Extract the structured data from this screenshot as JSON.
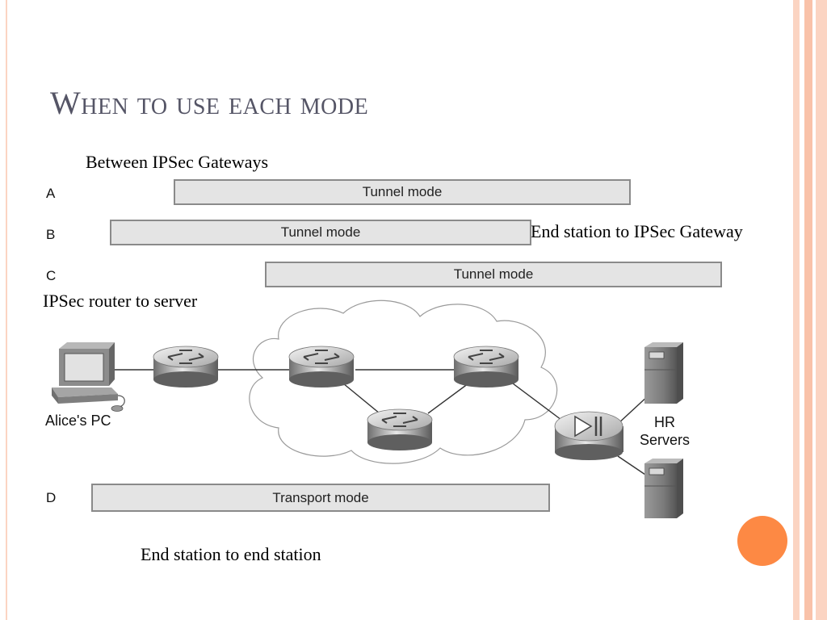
{
  "slide": {
    "title": "When to use each mode",
    "captions": {
      "gateways": "Between IPSec Gateways",
      "end_to_gateway": "End station to IPSec Gateway",
      "router_to_server": "IPSec router to server",
      "end_to_end": "End station to end station"
    },
    "rows": [
      {
        "letter": "A",
        "label": "Tunnel mode"
      },
      {
        "letter": "B",
        "label": "Tunnel mode"
      },
      {
        "letter": "C",
        "label": "Tunnel mode"
      },
      {
        "letter": "D",
        "label": "Transport mode"
      }
    ],
    "network": {
      "pc_label": "Alice's PC",
      "servers_label_line1": "HR",
      "servers_label_line2": "Servers"
    }
  },
  "colors": {
    "accent_dot": "#fd8944",
    "stripe_light": "#fbd4c2",
    "stripe_dark": "#f9c2a9",
    "title": "#555566"
  },
  "icons": [
    "workstation-icon",
    "router-icon",
    "firewall-icon",
    "server-icon",
    "cloud-shape"
  ]
}
